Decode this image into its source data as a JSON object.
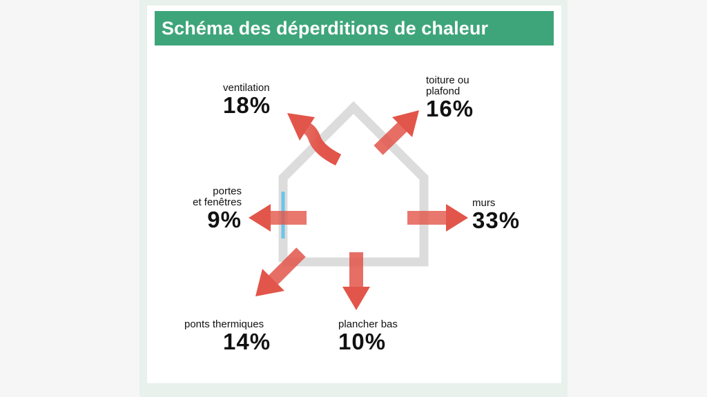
{
  "title": "Schéma des déperditions de chaleur",
  "colors": {
    "banner": "#3ea57a",
    "arrow": "#e2554a",
    "house": "#dcdcdc",
    "window": "#6cc4ea"
  },
  "losses": {
    "ventilation": {
      "name": "ventilation",
      "value": "18%"
    },
    "toiture": {
      "name": "toiture ou\nplafond",
      "value": "16%"
    },
    "portes": {
      "name": "portes\net fenêtres",
      "value": "9%"
    },
    "murs": {
      "name": "murs",
      "value": "33%"
    },
    "ponts": {
      "name": "ponts thermiques",
      "value": "14%"
    },
    "plancher": {
      "name": "plancher bas",
      "value": "10%"
    }
  }
}
